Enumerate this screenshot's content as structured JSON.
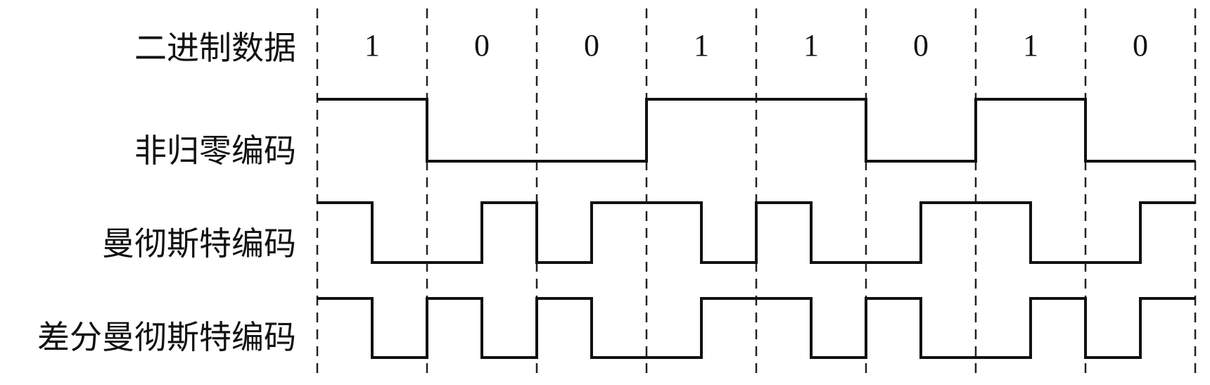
{
  "rows": {
    "binary_label": "二进制数据",
    "nrz_label": "非归零编码",
    "manchester_label": "曼彻斯特编码",
    "diff_manchester_label": "差分曼彻斯特编码"
  },
  "bits": [
    "1",
    "0",
    "0",
    "1",
    "1",
    "0",
    "1",
    "0"
  ],
  "colors": {
    "line": "#111111",
    "grid": "#222222",
    "background": "#ffffff"
  }
}
